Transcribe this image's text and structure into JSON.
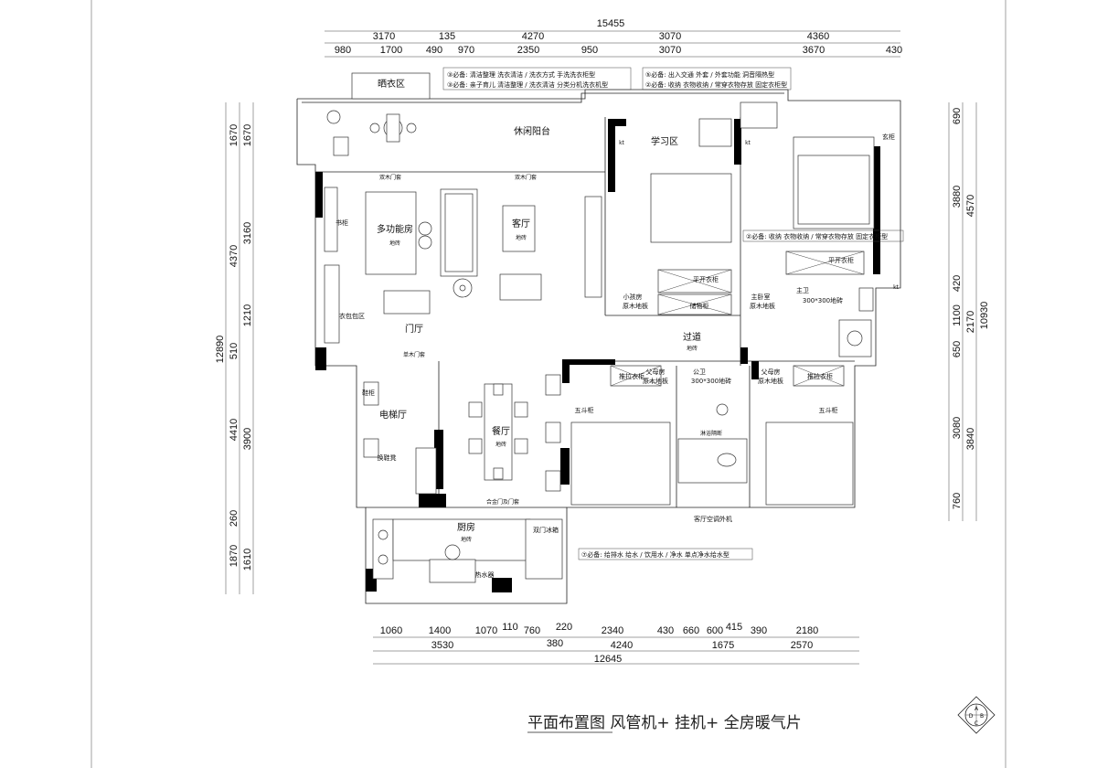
{
  "dims": {
    "top_total": "15455",
    "top_row1": [
      "3170",
      "135",
      "4270",
      "3070",
      "4360"
    ],
    "top_row2": [
      "980",
      "1700",
      "490",
      "970",
      "2350",
      "950",
      "3070",
      "3670",
      "430"
    ],
    "bottom_total": "12645",
    "bottom_row1": [
      "1060",
      "1400",
      "1070",
      "110",
      "760",
      "220",
      "2340",
      "430",
      "660",
      "600",
      "415",
      "390",
      "2180"
    ],
    "bottom_row2": [
      "3530",
      "380",
      "4240",
      "1675",
      "2570"
    ],
    "left_total": "12890",
    "left_row1": [
      "1670",
      "4370",
      "510",
      "4410",
      "260",
      "1870"
    ],
    "left_row2": [
      "1670",
      "3160",
      "1210",
      "3900",
      "1610"
    ],
    "right_total": "10930",
    "right_row1": [
      "690",
      "3880",
      "420",
      "1100",
      "650",
      "3080",
      "760"
    ],
    "right_row2": [
      "4570",
      "2170",
      "3840"
    ]
  },
  "rooms": {
    "drying": "晒衣区",
    "balcony": "休闲阳台",
    "multi": "多功能房",
    "multi_floor": "地砖",
    "living": "客厅",
    "living_floor": "地砖",
    "study": "学习区",
    "bookcase": "书柜",
    "wardrobe_bag": "衣包包区",
    "foyer": "门厅",
    "elevator": "电梯厅",
    "dining": "餐厅",
    "dining_floor": "地砖",
    "kid": "小孩房",
    "kid_floor": "原木地板",
    "master": "主卧室",
    "master_floor": "原木地板",
    "corridor": "过道",
    "corridor_floor": "地砖",
    "parent1": "父母房",
    "parent1_floor": "原木地板",
    "parent2": "父母房",
    "parent2_floor": "原木地板",
    "public_bath": "公卫",
    "public_bath_tile": "300*300地砖",
    "master_bath": "主卫",
    "master_bath_tile": "300*300地砖",
    "kitchen": "厨房",
    "kitchen_floor": "地砖",
    "fridge": "双门冰箱",
    "heater": "热水器",
    "dresser1": "五斗柜",
    "dresser2": "五斗柜",
    "storage": "储物柜",
    "flat_wardrobe1": "平开衣柜",
    "flat_wardrobe2": "平开衣柜",
    "push_wardrobe1": "推拉衣柜",
    "push_wardrobe2": "推拉衣柜",
    "shoe": "鞋柜",
    "shoe_stool": "换鞋凳",
    "corner_cab": "玄柜",
    "kt": "kt",
    "ac_out": "客厅空调外机",
    "sliding1": "双木门套",
    "sliding2": "双木门套",
    "single_door": "单木门套",
    "glass_door": "合金门及门套",
    "bath_bench": "淋浴隔断"
  },
  "notes": {
    "n3": "③必备: 清洁整理  洗衣清洁 / 洗衣方式  手洗洗衣柜型",
    "n3b": "③必备: 亲子育儿  清洁整理 / 洗衣清洁  分类分机洗衣机型",
    "n5": "⑤必备: 出入交通  外套 / 外套功能  洞音隔热型",
    "n2": "②必备: 收纳  衣物收纳 / 常穿衣物存放  固定衣柜型",
    "n2b": "②必备: 收纳  衣物收纳 / 常穿衣物存放  固定衣柜型",
    "n7": "⑦必备: 给排水  给水 / 饮用水 / 净水  单点净水给水型"
  },
  "caption": "平面布置图 风管机+ 挂机+ 全房暖气片",
  "compass": [
    "A",
    "B",
    "C",
    "D"
  ]
}
